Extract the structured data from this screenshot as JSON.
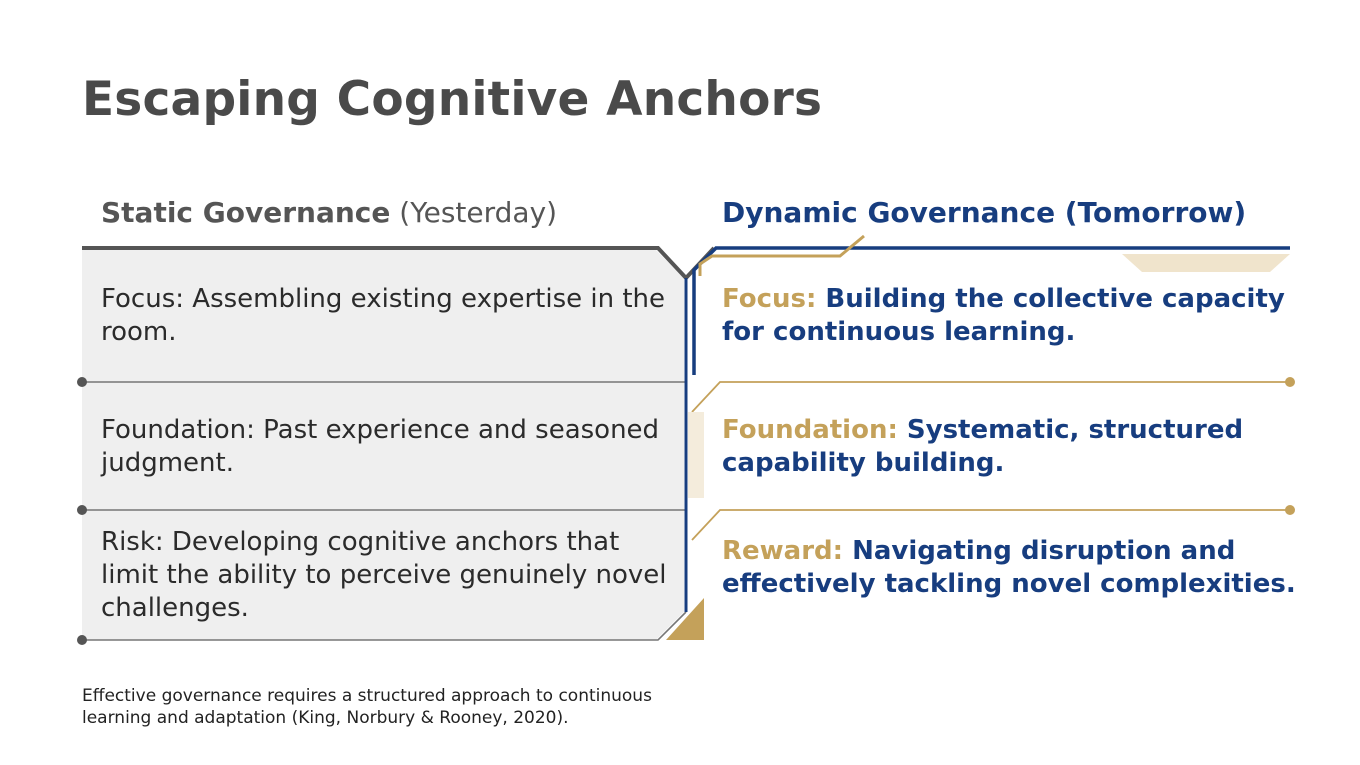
{
  "title": "Escaping Cognitive Anchors",
  "left": {
    "header_bold": "Static Governance",
    "header_rest": " (Yesterday)",
    "rows": [
      {
        "text": "Focus: Assembling existing expertise in the room."
      },
      {
        "text": "Foundation: Past experience and seasoned judgment."
      },
      {
        "text": "Risk: Developing cognitive anchors that limit the ability to perceive genuinely novel challenges."
      }
    ]
  },
  "right": {
    "header": "Dynamic Governance (Tomorrow)",
    "rows": [
      {
        "key": "Focus:",
        "text": " Building the collective capacity for continuous learning."
      },
      {
        "key": "Foundation:",
        "text": " Systematic, structured capability building."
      },
      {
        "key": "Reward:",
        "text": " Navigating disruption and effectively tackling novel complexities."
      }
    ]
  },
  "footnote": "Effective governance requires a structured approach to continuous learning and adaptation (King, Norbury & Rooney, 2020).",
  "colors": {
    "navy": "#173d7f",
    "gold": "#c4a15a",
    "panel_gray": "#efefef",
    "line_gray": "#555555"
  }
}
